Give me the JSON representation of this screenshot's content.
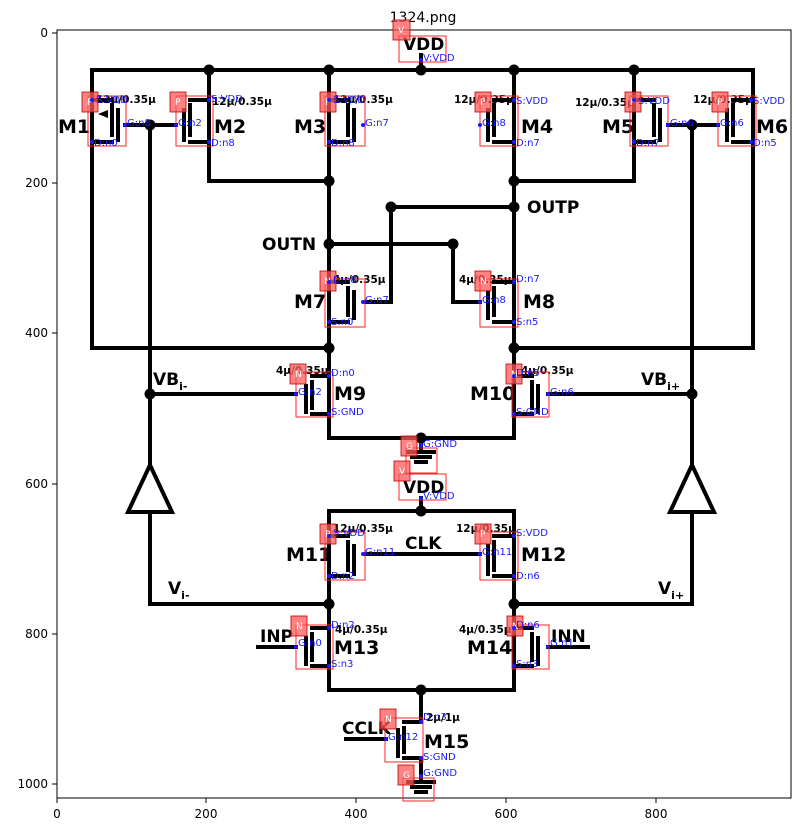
{
  "title": "1324.png",
  "axes": {
    "x_ticks": [
      "0",
      "200",
      "400",
      "600",
      "800"
    ],
    "y_ticks": [
      "0",
      "200",
      "400",
      "600",
      "800",
      "1000"
    ]
  },
  "nets": {
    "vdd_top": "VDD",
    "vdd_mid": "VDD",
    "outn": "OUTN",
    "outp": "OUTP",
    "clk": "CLK",
    "cclk": "CCLK",
    "inp": "INP",
    "inn": "INN",
    "vb_minus_main": "VB",
    "vb_minus_sub": "i-",
    "vb_plus_main": "VB",
    "vb_plus_sub": "i+",
    "v_minus_main": "V",
    "v_minus_sub": "i-",
    "v_plus_main": "V",
    "v_plus_sub": "i+"
  },
  "transistors": [
    {
      "name": "M1",
      "size": "12μ/0.35μ",
      "pins": [
        "S:VDD",
        "G:n8",
        "D:n0"
      ],
      "tag": "P"
    },
    {
      "name": "M2",
      "size": "12μ/0.35μ",
      "pins": [
        "S:VDD",
        "G:n2",
        "D:n8"
      ],
      "tag": "P"
    },
    {
      "name": "M3",
      "size": "12μ/0.35μ",
      "pins": [
        "S:VDD",
        "G:n7",
        "D:n8"
      ],
      "tag": "P"
    },
    {
      "name": "M4",
      "size": "12μ/0.35μ",
      "pins": [
        "S:VDD",
        "G:n8",
        "D:n7"
      ],
      "tag": "P"
    },
    {
      "name": "M5",
      "size": "12μ/0.35μ",
      "pins": [
        "S:VDD",
        "G:n6",
        "D:n7"
      ],
      "tag": "P"
    },
    {
      "name": "M6",
      "size": "12μ/0.35μ",
      "pins": [
        "S:VDD",
        "G:n6",
        "D:n5"
      ],
      "tag": "P"
    },
    {
      "name": "M7",
      "size": "4μ/0.35μ",
      "pins": [
        "D:n8",
        "G:n7",
        "S:n0"
      ],
      "tag": "N"
    },
    {
      "name": "M8",
      "size": "4μ/0.35μ",
      "pins": [
        "D:n7",
        "G:n8",
        "S:n5"
      ],
      "tag": "N"
    },
    {
      "name": "M9",
      "size": "4μ/0.35μ",
      "pins": [
        "D:n0",
        "G:n2",
        "S:GND"
      ],
      "tag": "N"
    },
    {
      "name": "M10",
      "size": "4μ/0.35μ",
      "pins": [
        "D:n5",
        "G:n6",
        "S:GND"
      ],
      "tag": "N"
    },
    {
      "name": "M11",
      "size": "12μ/0.35μ",
      "pins": [
        "S:VDD",
        "G:n11",
        "D:n2"
      ],
      "tag": "P"
    },
    {
      "name": "M12",
      "size": "12μ/0.35μ",
      "pins": [
        "S:VDD",
        "G:n11",
        "D:n6"
      ],
      "tag": "P"
    },
    {
      "name": "M13",
      "size": "4μ/0.35μ",
      "pins": [
        "D:n2",
        "G:n0",
        "S:n3"
      ],
      "tag": "N"
    },
    {
      "name": "M14",
      "size": "4μ/0.35μ",
      "pins": [
        "D:n6",
        "G:n1",
        "S:n3"
      ],
      "tag": "N"
    },
    {
      "name": "M15",
      "size": "2μ/1μ",
      "pins": [
        "D:n3",
        "G:n12",
        "S:GND"
      ],
      "tag": "N"
    }
  ],
  "supplies": {
    "vdd1_pin": "V:VDD",
    "vdd1_tag": "V",
    "gnd1_pin": "G:GND",
    "gnd1_tag": "G",
    "vdd2_pin": "V:VDD",
    "vdd2_tag": "V",
    "gnd2_pin": "G:GND",
    "gnd2_tag": "G"
  }
}
